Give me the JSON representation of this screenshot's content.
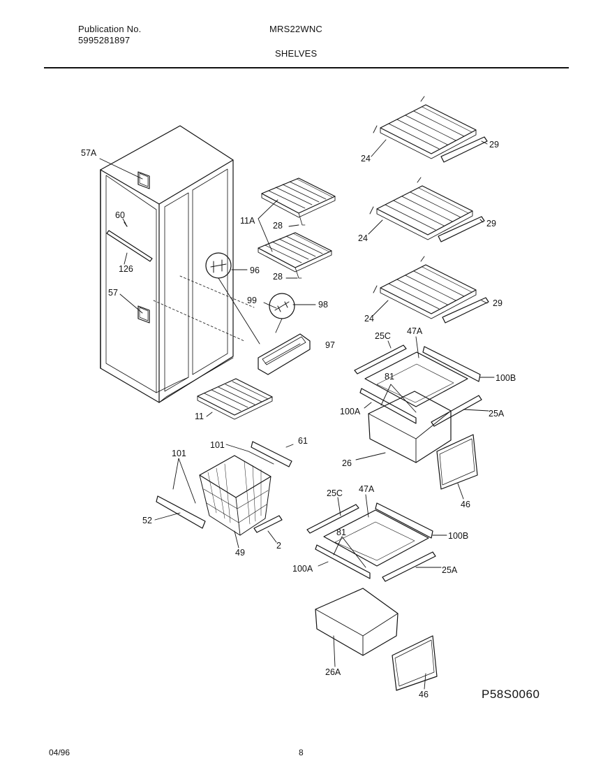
{
  "header": {
    "publication_label": "Publication No.",
    "publication_number": "5995281897",
    "model": "MRS22WNC",
    "section": "SHELVES"
  },
  "footer": {
    "date": "04/96",
    "page": "8",
    "diagram_code": "P58S0060"
  },
  "callouts": {
    "c57A": "57A",
    "c60": "60",
    "c126": "126",
    "c57": "57",
    "c11A": "11A",
    "c28a": "28",
    "c28b": "28",
    "c96": "96",
    "c99": "99",
    "c98": "98",
    "c97": "97",
    "c11": "11",
    "c24a": "24",
    "c29a": "29",
    "c24b": "24",
    "c29b": "29",
    "c24c": "24",
    "c29c": "29",
    "c25Ca": "25C",
    "c47Aa": "47A",
    "c100Ba": "100B",
    "c81a": "81",
    "c100Aa": "100A",
    "c25Aa": "25A",
    "c26": "26",
    "c46a": "46",
    "c101a": "101",
    "c61": "61",
    "c101b": "101",
    "c52": "52",
    "c49": "49",
    "c2": "2",
    "c25Cb": "25C",
    "c47Ab": "47A",
    "c100Bb": "100B",
    "c81b": "81",
    "c100Ab": "100A",
    "c25Ab": "25A",
    "c26A": "26A",
    "c46b": "46"
  }
}
